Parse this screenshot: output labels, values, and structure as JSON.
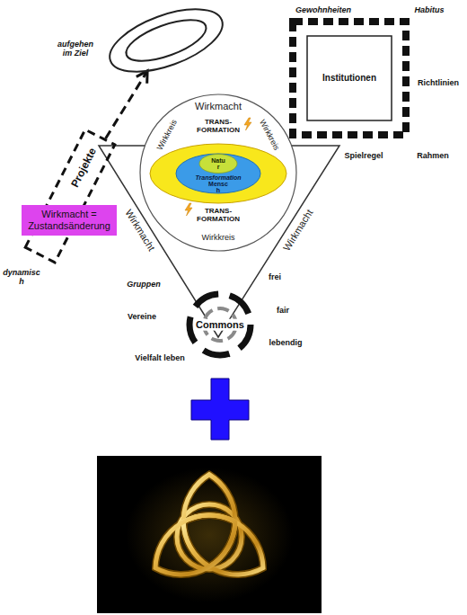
{
  "diagram": {
    "nodes": [
      {
        "text": [
          "aufgehen im Ziel"
        ]
      },
      {
        "text": [
          "Institutionen"
        ]
      },
      {
        "text": [
          "Projekte"
        ]
      },
      {
        "text": [
          "Wirkmacht",
          "Wirkkreis",
          "TRANS- FORMATION",
          "Wirkkreis",
          "TRANS- FORMATION",
          "Wirkkreis"
        ]
      },
      {
        "text": [
          "Transformation",
          "Mensc h"
        ],
        "in": 3
      },
      {
        "text": [
          "Natu r"
        ],
        "in": 4
      },
      {
        "text": [
          "Wirkmacht = Zustandsänderung"
        ]
      },
      {
        "text": [
          "Commons"
        ]
      }
    ],
    "edges": [
      {
        "from": 2,
        "to": 0,
        "arrow": "to"
      }
    ],
    "labels": [
      "Gewohnheiten",
      "Habitus",
      "Richtlinien",
      "Spielregel",
      "Rahmen",
      "dynamisc h",
      "Wirkmacht",
      "Wirkmacht",
      "Gruppen",
      "frei",
      "Vereine",
      "fair",
      "lebendig",
      "Vielfalt leben"
    ]
  }
}
